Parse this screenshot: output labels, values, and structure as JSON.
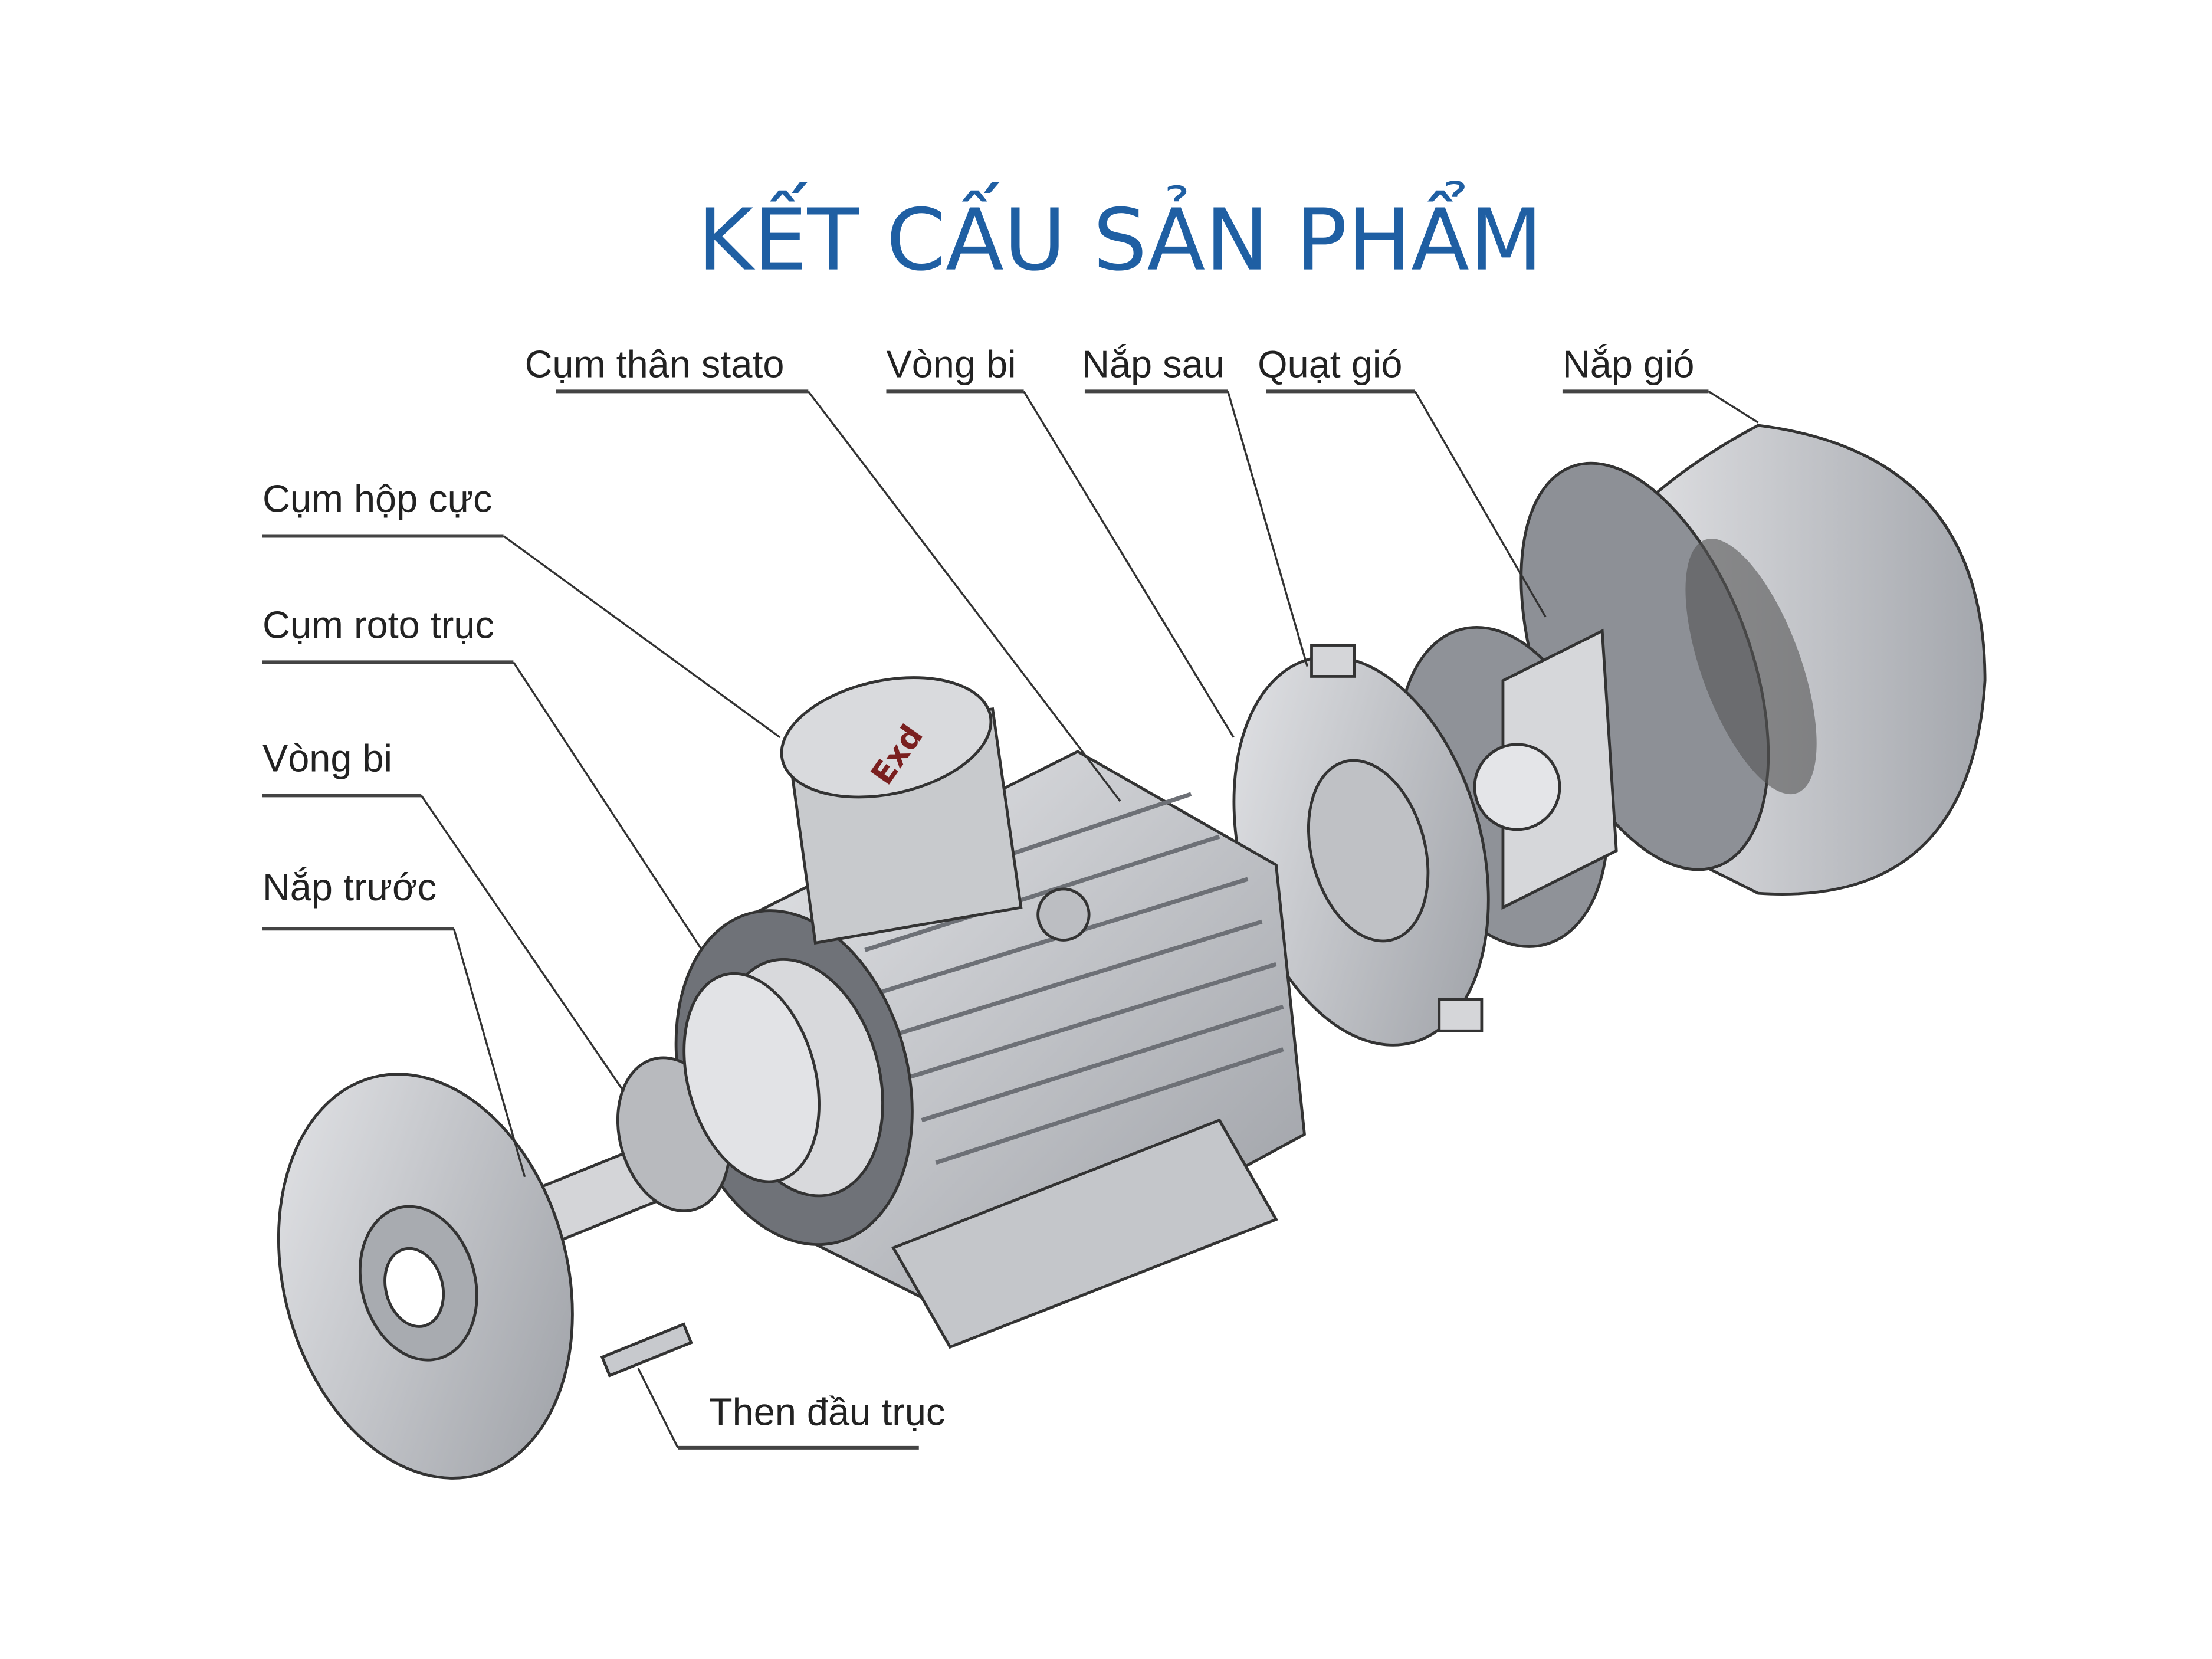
{
  "title": "KẾT CẤU SẢN PHẨM",
  "labels": {
    "stator": "Cụm thân stato",
    "bearing_rear": "Vòng bi",
    "rear_cover": "Nắp sau",
    "fan": "Quạt gió",
    "fan_cover": "Nắp gió",
    "terminal_box": "Cụm hộp cực",
    "rotor_shaft": "Cụm roto trục",
    "bearing_front": "Vòng bi",
    "front_cover": "Nắp trước",
    "shaft_key": "Then đầu trục"
  },
  "terminal_box_marking": "Exd",
  "colors": {
    "title": "#1f5fa3",
    "metal": "#c9cbcf",
    "marking": "#7a1f1f"
  }
}
